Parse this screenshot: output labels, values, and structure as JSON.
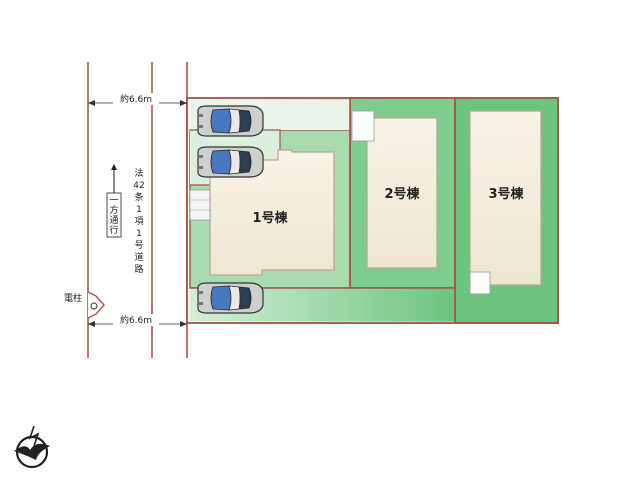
{
  "dimensions": {
    "top": "約6.6m",
    "bottom": "約6.6m"
  },
  "road": {
    "label_chars": [
      "法",
      "42",
      "条",
      "1",
      "項",
      "1",
      "号",
      "道",
      "路"
    ],
    "one_way_chars": [
      "一",
      "方",
      "通",
      "行"
    ]
  },
  "pole_label": "電柱",
  "buildings": {
    "b1": "1号棟",
    "b2": "2号棟",
    "b3": "3号棟"
  },
  "colors": {
    "lot_green": "#6cc47f",
    "lot_light": "#dff0e0",
    "boundary": "#a3554a",
    "building_fill": "#f5eedf",
    "building_stroke": "#b9a58d"
  }
}
